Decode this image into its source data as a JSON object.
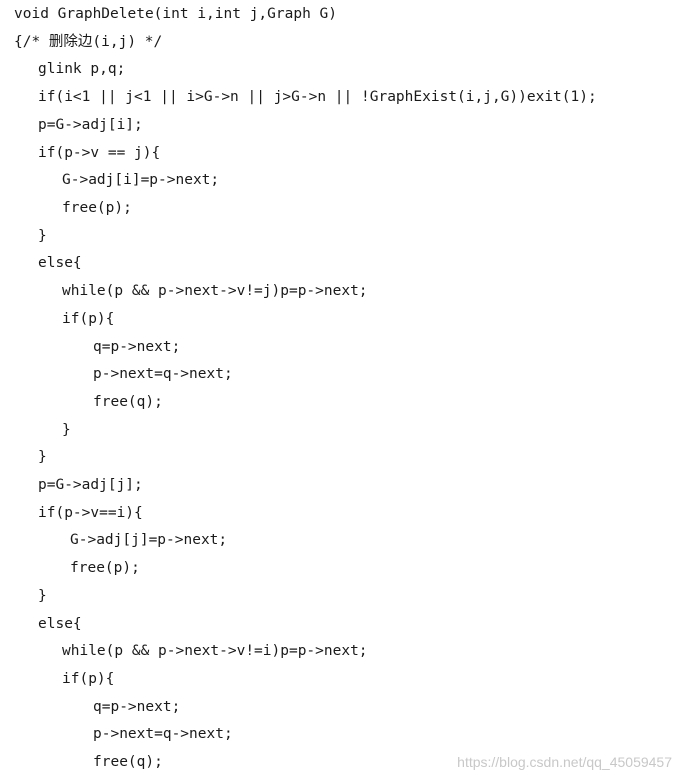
{
  "code": {
    "lines": [
      "void GraphDelete(int i,int j,Graph G)",
      "{/* 删除边(i,j) */",
      "glink p,q;",
      "if(i<1 || j<1 || i>G->n || j>G->n || !GraphExist(i,j,G))exit(1);",
      "p=G->adj[i];",
      "if(p->v == j){",
      "G->adj[i]=p->next;",
      "free(p);",
      "}",
      "else{",
      "while(p && p->next->v!=j)p=p->next;",
      "if(p){",
      "q=p->next;",
      "p->next=q->next;",
      "free(q);",
      "}",
      "}",
      "p=G->adj[j];",
      "if(p->v==i){",
      "G->adj[j]=p->next;",
      "free(p);",
      "}",
      "else{",
      "while(p && p->next->v!=i)p=p->next;",
      "if(p){",
      "q=p->next;",
      "p->next=q->next;",
      "free(q);"
    ]
  },
  "watermark": "https://blog.csdn.net/qq_45059457"
}
